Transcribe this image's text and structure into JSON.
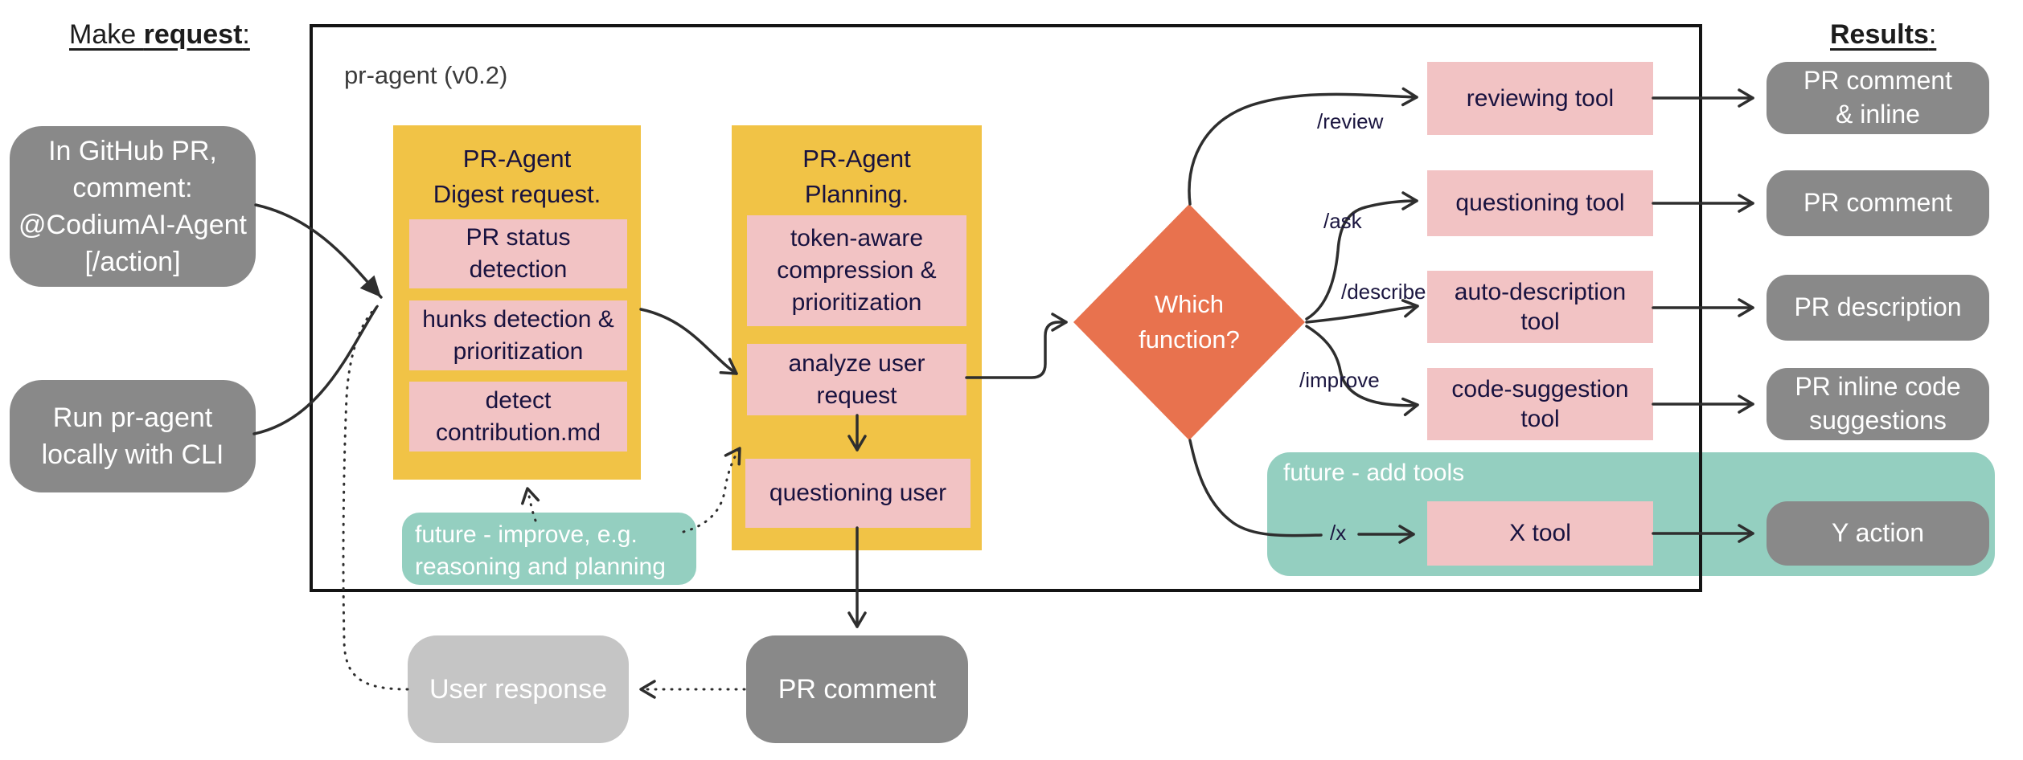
{
  "headings": {
    "make_request_prefix": "Make ",
    "make_request_bold": "request",
    "make_request_suffix": ":",
    "results_bold": "Results",
    "results_suffix": ":"
  },
  "container": {
    "label": "pr-agent (v0.2)"
  },
  "request_nodes": {
    "github": [
      "In GitHub PR,",
      "comment:",
      "@CodiumAI-Agent",
      "[/action]"
    ],
    "cli": [
      "Run pr-agent",
      "locally with CLI"
    ]
  },
  "digest": {
    "title": [
      "PR-Agent",
      "Digest request."
    ],
    "steps": {
      "status": [
        "PR status",
        "detection"
      ],
      "hunks": [
        "hunks detection &",
        "prioritization"
      ],
      "contribution": [
        "detect",
        "contribution.md"
      ]
    }
  },
  "planning": {
    "title": [
      "PR-Agent",
      "Planning."
    ],
    "steps": {
      "token": [
        "token-aware",
        "compression &",
        "prioritization"
      ],
      "analyze": [
        "analyze user",
        "request"
      ],
      "questioning": "questioning user"
    }
  },
  "notes": {
    "future_improve": [
      "future - improve, e.g.",
      "reasoning and planning"
    ],
    "future_add_tools": "future - add tools"
  },
  "decision": {
    "label": [
      "Which",
      "function?"
    ]
  },
  "routes": {
    "review": "/review",
    "ask": "/ask",
    "describe": "/describe",
    "improve": "/improve",
    "x": "/x"
  },
  "tools": {
    "reviewing": "reviewing tool",
    "questioning": "questioning tool",
    "auto_description": [
      "auto-description",
      "tool"
    ],
    "code_suggestion": [
      "code-suggestion",
      "tool"
    ],
    "x": "X tool"
  },
  "results": {
    "comment_inline": [
      "PR comment",
      "& inline"
    ],
    "comment": "PR comment",
    "description": "PR description",
    "inline_code": [
      "PR inline code",
      "suggestions"
    ],
    "y_action": "Y action"
  },
  "outputs": {
    "user_response": "User response",
    "pr_comment": "PR comment"
  },
  "colors": {
    "yellow": "#F1C346",
    "pink": "#F2C3C4",
    "teal": "#94CFC0",
    "orange": "#E8724E",
    "gray": "#898989",
    "light_gray": "#C5C5C5",
    "navy_text": "#18123F",
    "stroke": "#2E2E2E"
  }
}
